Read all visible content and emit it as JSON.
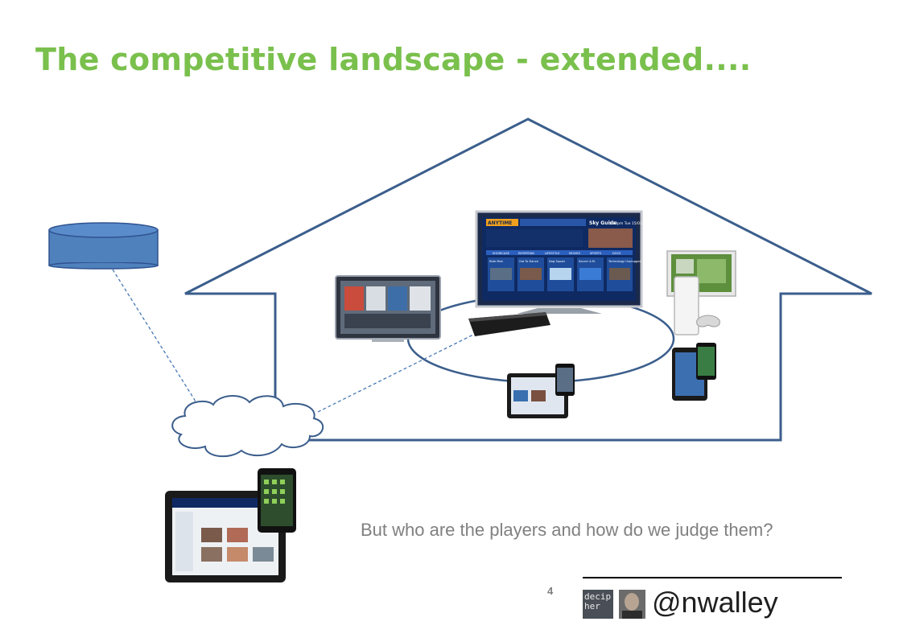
{
  "slide": {
    "title": "The competitive landscape - extended....",
    "question": "But who are the players and how do we judge them?",
    "page_number": "4"
  },
  "footer": {
    "logo_text": "decip\nher",
    "handle": "@nwalley"
  },
  "colors": {
    "title": "#7ac04d",
    "house_outline": "#3b5e8c",
    "database_fill": "#4f81bd",
    "question_text": "#808080"
  },
  "tv_screen": {
    "brand": "ANYTIME",
    "headline": "Sky Guide",
    "time": "5:30pm Tue 15/01",
    "tabs": [
      "SHOWCASE",
      "ENTERTAIN",
      "LIFESTYLE",
      "MOVIES",
      "SPORTS",
      "DOCS"
    ],
    "tiles": [
      "Rate Mee",
      "Got To Dance",
      "Dog Squad",
      "Soccer A.M.",
      "Technology Unplugged"
    ]
  }
}
